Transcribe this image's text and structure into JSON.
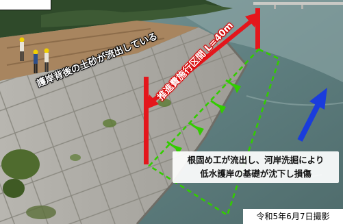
{
  "annotations": {
    "sediment_label": "護岸背後の土砂が流出している",
    "section_label": "推進費施行区間 L=40m",
    "damage_line1": "根固め工が流出し、河岸洗掘により",
    "damage_line2": "低水護岸の基礎が沈下し損傷",
    "date_label": "令和5年6月7日撮影"
  },
  "colors": {
    "section_marker": "#e4161c",
    "damage_outline": "#33cc00",
    "flow_arrow": "#1a3cdc"
  },
  "icons": [
    "section-arrow-icon",
    "flow-direction-arrow-icon",
    "damage-outline-icon"
  ]
}
